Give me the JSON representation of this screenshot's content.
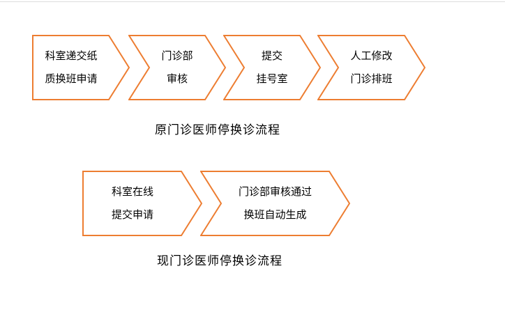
{
  "colors": {
    "accent": "#ED7D31",
    "text": "#000000",
    "background": "#FFFFFF"
  },
  "flow1": {
    "caption": "原门诊医师停换诊流程",
    "steps": [
      {
        "line1": "科室递交纸",
        "line2": "质换班申请"
      },
      {
        "line1": "门诊部",
        "line2": "审核"
      },
      {
        "line1": "提交",
        "line2": "挂号室"
      },
      {
        "line1": "人工修改",
        "line2": "门诊排班"
      }
    ]
  },
  "flow2": {
    "caption": "现门诊医师停换诊流程",
    "steps": [
      {
        "line1": "科室在线",
        "line2": "提交申请"
      },
      {
        "line1": "门诊部审核通过",
        "line2": "换班自动生成"
      }
    ]
  }
}
